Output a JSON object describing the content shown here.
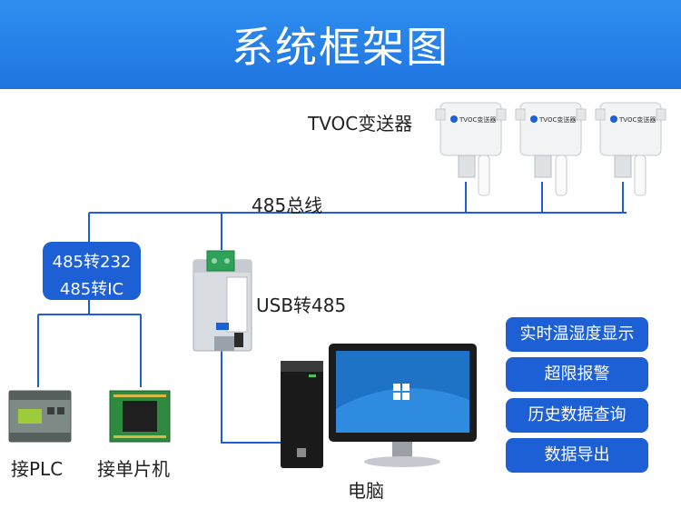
{
  "header": {
    "title": "系统框架图"
  },
  "labels": {
    "tvoc": "TVOC变送器",
    "bus": "485总线",
    "usb": "USB转485",
    "plc": "接PLC",
    "mcu": "接单片机",
    "pc": "电脑"
  },
  "converter_box": {
    "line1": "485转232",
    "line2": "485转IC"
  },
  "sensor_label": "TVOC变送器",
  "features": [
    "实时温湿度显示",
    "超限报警",
    "历史数据查询",
    "数据导出"
  ],
  "colors": {
    "banner": "#1f74e0",
    "box": "#1d5fd4",
    "line": "#1d5fd4"
  }
}
